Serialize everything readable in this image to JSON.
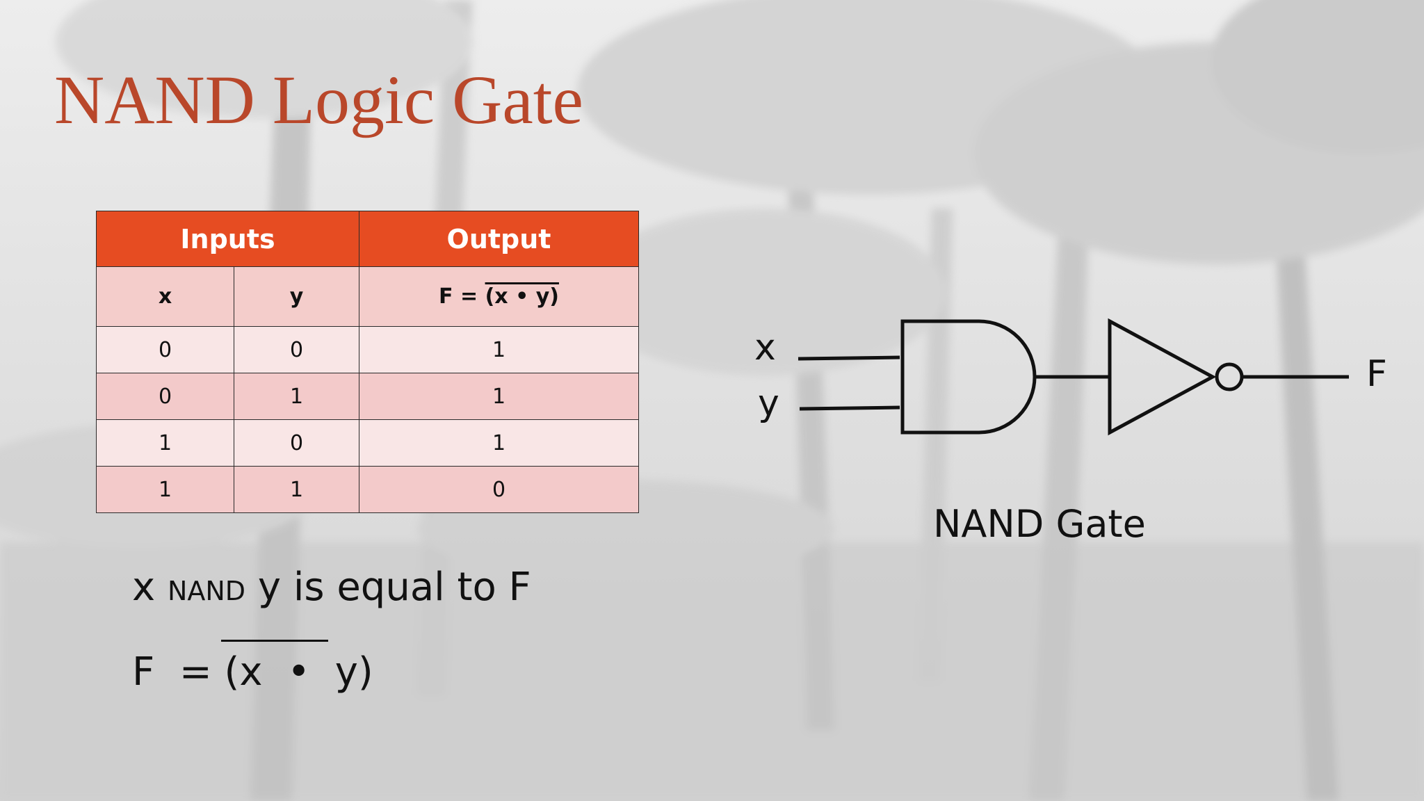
{
  "slide": {
    "title": "NAND Logic Gate"
  },
  "truth_table": {
    "inputs_header": "Inputs",
    "output_header": "Output",
    "col_x": "x",
    "col_y": "y",
    "col_f_prefix": "F = ",
    "col_f_expr": "(x • y)",
    "rows": [
      {
        "x": "0",
        "y": "0",
        "f": "1"
      },
      {
        "x": "0",
        "y": "1",
        "f": "1"
      },
      {
        "x": "1",
        "y": "0",
        "f": "1"
      },
      {
        "x": "1",
        "y": "1",
        "f": "0"
      }
    ],
    "colors": {
      "header": "#e64c22",
      "subheader": "#f4cdcb",
      "row_light": "#f9e6e6",
      "row_dark": "#f3caca"
    }
  },
  "statement": {
    "x": "x",
    "op": "NAND",
    "rest": "y is equal to F"
  },
  "formula": {
    "lhs": "F  =",
    "rhs": "(x  •  y)"
  },
  "diagram": {
    "input_x": "x",
    "input_y": "y",
    "output": "F",
    "caption": "NAND Gate",
    "icons": [
      "and-gate-icon",
      "buffer-triangle-icon",
      "inversion-bubble-icon"
    ]
  },
  "theme": {
    "title_color": "#b9472a"
  }
}
